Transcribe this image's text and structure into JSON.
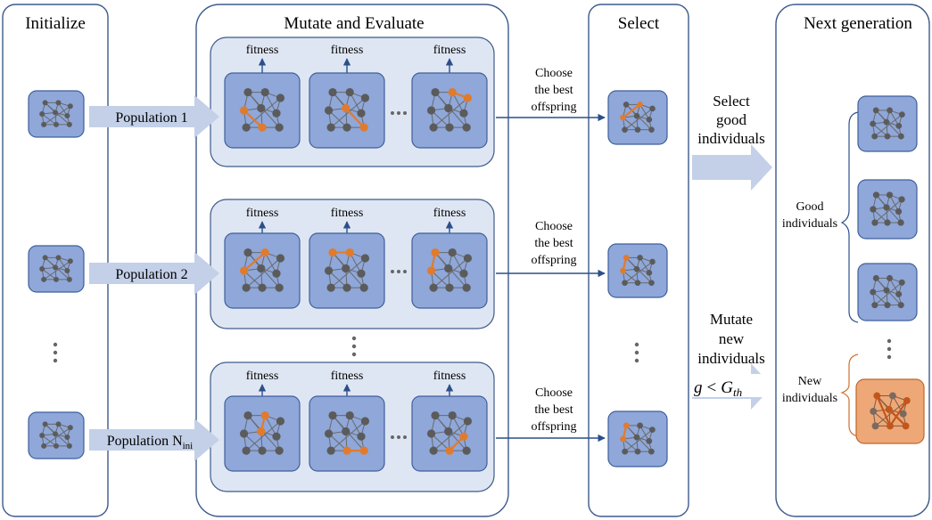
{
  "colors": {
    "panel_stroke": "#3c5a8a",
    "pop_fill": "#dfe6f3",
    "node_box_fill": "#8fa7d9",
    "node_box_stroke": "#3f5f9a",
    "node_gray": "#5b5b5b",
    "edge_gray": "#6a6a6a",
    "mutation_orange": "#e07b2e",
    "new_box_fill": "#eea877",
    "new_box_stroke": "#c0662a",
    "arrow_blue": "#2b4f8a",
    "block_arrow": "#c3d0e8"
  },
  "sections": {
    "initialize": "Initialize",
    "mutate_evaluate": "Mutate and Evaluate",
    "select": "Select",
    "next_generation": "Next generation"
  },
  "populations": [
    {
      "label": "Population 1"
    },
    {
      "label": "Population 2"
    },
    {
      "label": "Population N",
      "subscript": "ini"
    }
  ],
  "fitness_label": "fitness",
  "choose_label": [
    "Choose",
    "the best",
    "offspring"
  ],
  "select_good": [
    "Select",
    "good",
    "individuals"
  ],
  "mutate_new": [
    "Mutate",
    "new",
    "individuals"
  ],
  "condition": {
    "g": "g",
    "lt": "<",
    "G": "G",
    "sub": "th"
  },
  "good_individuals": [
    "Good",
    "individuals"
  ],
  "new_individuals": [
    "New",
    "individuals"
  ]
}
